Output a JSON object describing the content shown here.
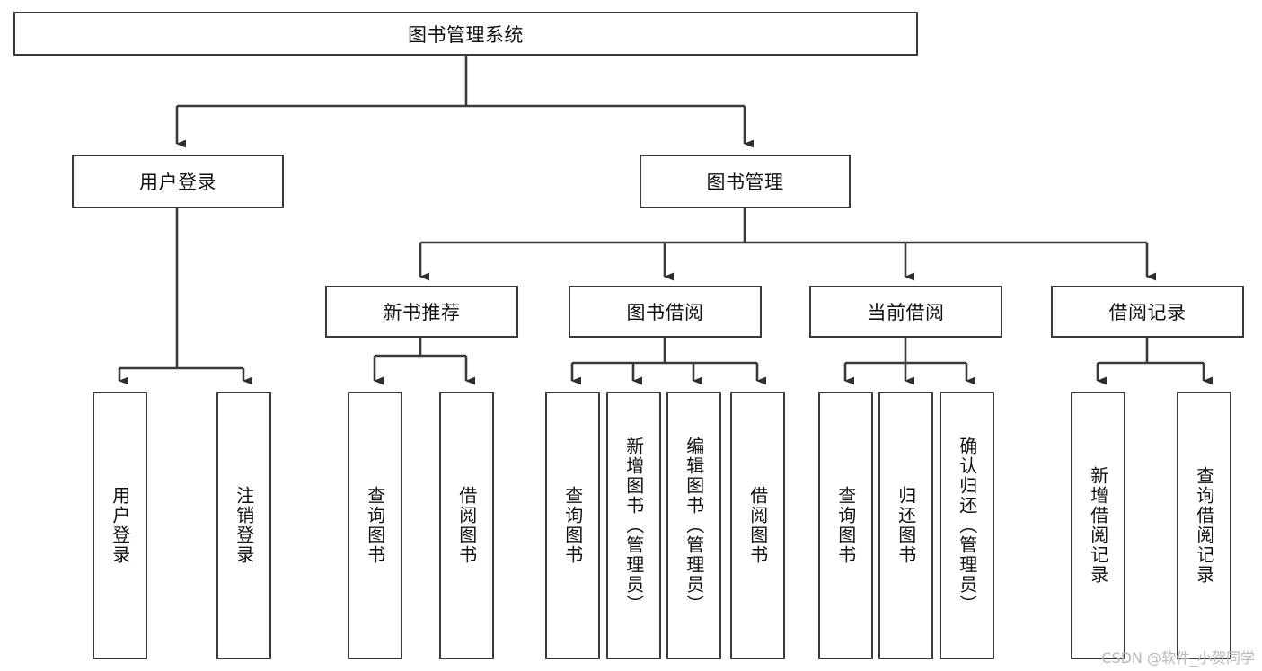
{
  "diagram": {
    "kind": "functional-decomposition-tree",
    "root": {
      "id": "root",
      "label": "图书管理系统"
    },
    "level1": [
      {
        "id": "user-login",
        "label": "用户登录"
      },
      {
        "id": "book-management",
        "label": "图书管理"
      }
    ],
    "level2": [
      {
        "id": "new-book-recommend",
        "label": "新书推荐",
        "parent": "book-management"
      },
      {
        "id": "book-borrow",
        "label": "图书借阅",
        "parent": "book-management"
      },
      {
        "id": "current-borrow",
        "label": "当前借阅",
        "parent": "book-management"
      },
      {
        "id": "borrow-record",
        "label": "借阅记录",
        "parent": "book-management"
      }
    ],
    "leaves": [
      {
        "id": "leaf-user-login",
        "label": "用户登录",
        "parent": "user-login"
      },
      {
        "id": "leaf-logout-login",
        "label": "注销登录",
        "parent": "user-login"
      },
      {
        "id": "leaf-query-book-1",
        "label": "查询图书",
        "parent": "new-book-recommend"
      },
      {
        "id": "leaf-borrow-book-1",
        "label": "借阅图书",
        "parent": "new-book-recommend"
      },
      {
        "id": "leaf-query-book-2",
        "label": "查询图书",
        "parent": "book-borrow"
      },
      {
        "id": "leaf-add-book",
        "label": "新增图书（管理员）",
        "parent": "book-borrow"
      },
      {
        "id": "leaf-edit-book",
        "label": "编辑图书（管理员）",
        "parent": "book-borrow"
      },
      {
        "id": "leaf-borrow-book-2",
        "label": "借阅图书",
        "parent": "book-borrow"
      },
      {
        "id": "leaf-query-book-3",
        "label": "查询图书",
        "parent": "current-borrow"
      },
      {
        "id": "leaf-return-book",
        "label": "归还图书",
        "parent": "current-borrow"
      },
      {
        "id": "leaf-confirm-return",
        "label": "确认归还（管理员）",
        "parent": "current-borrow"
      },
      {
        "id": "leaf-add-record",
        "label": "新增借阅记录",
        "parent": "borrow-record"
      },
      {
        "id": "leaf-query-record",
        "label": "查询借阅记录",
        "parent": "borrow-record"
      }
    ]
  },
  "watermark": {
    "text": "CSDN @软件_小贺同学"
  },
  "colors": {
    "stroke": "#3a3a3a",
    "text": "#111111",
    "background": "#ffffff",
    "watermark": "#b9b9b9"
  }
}
